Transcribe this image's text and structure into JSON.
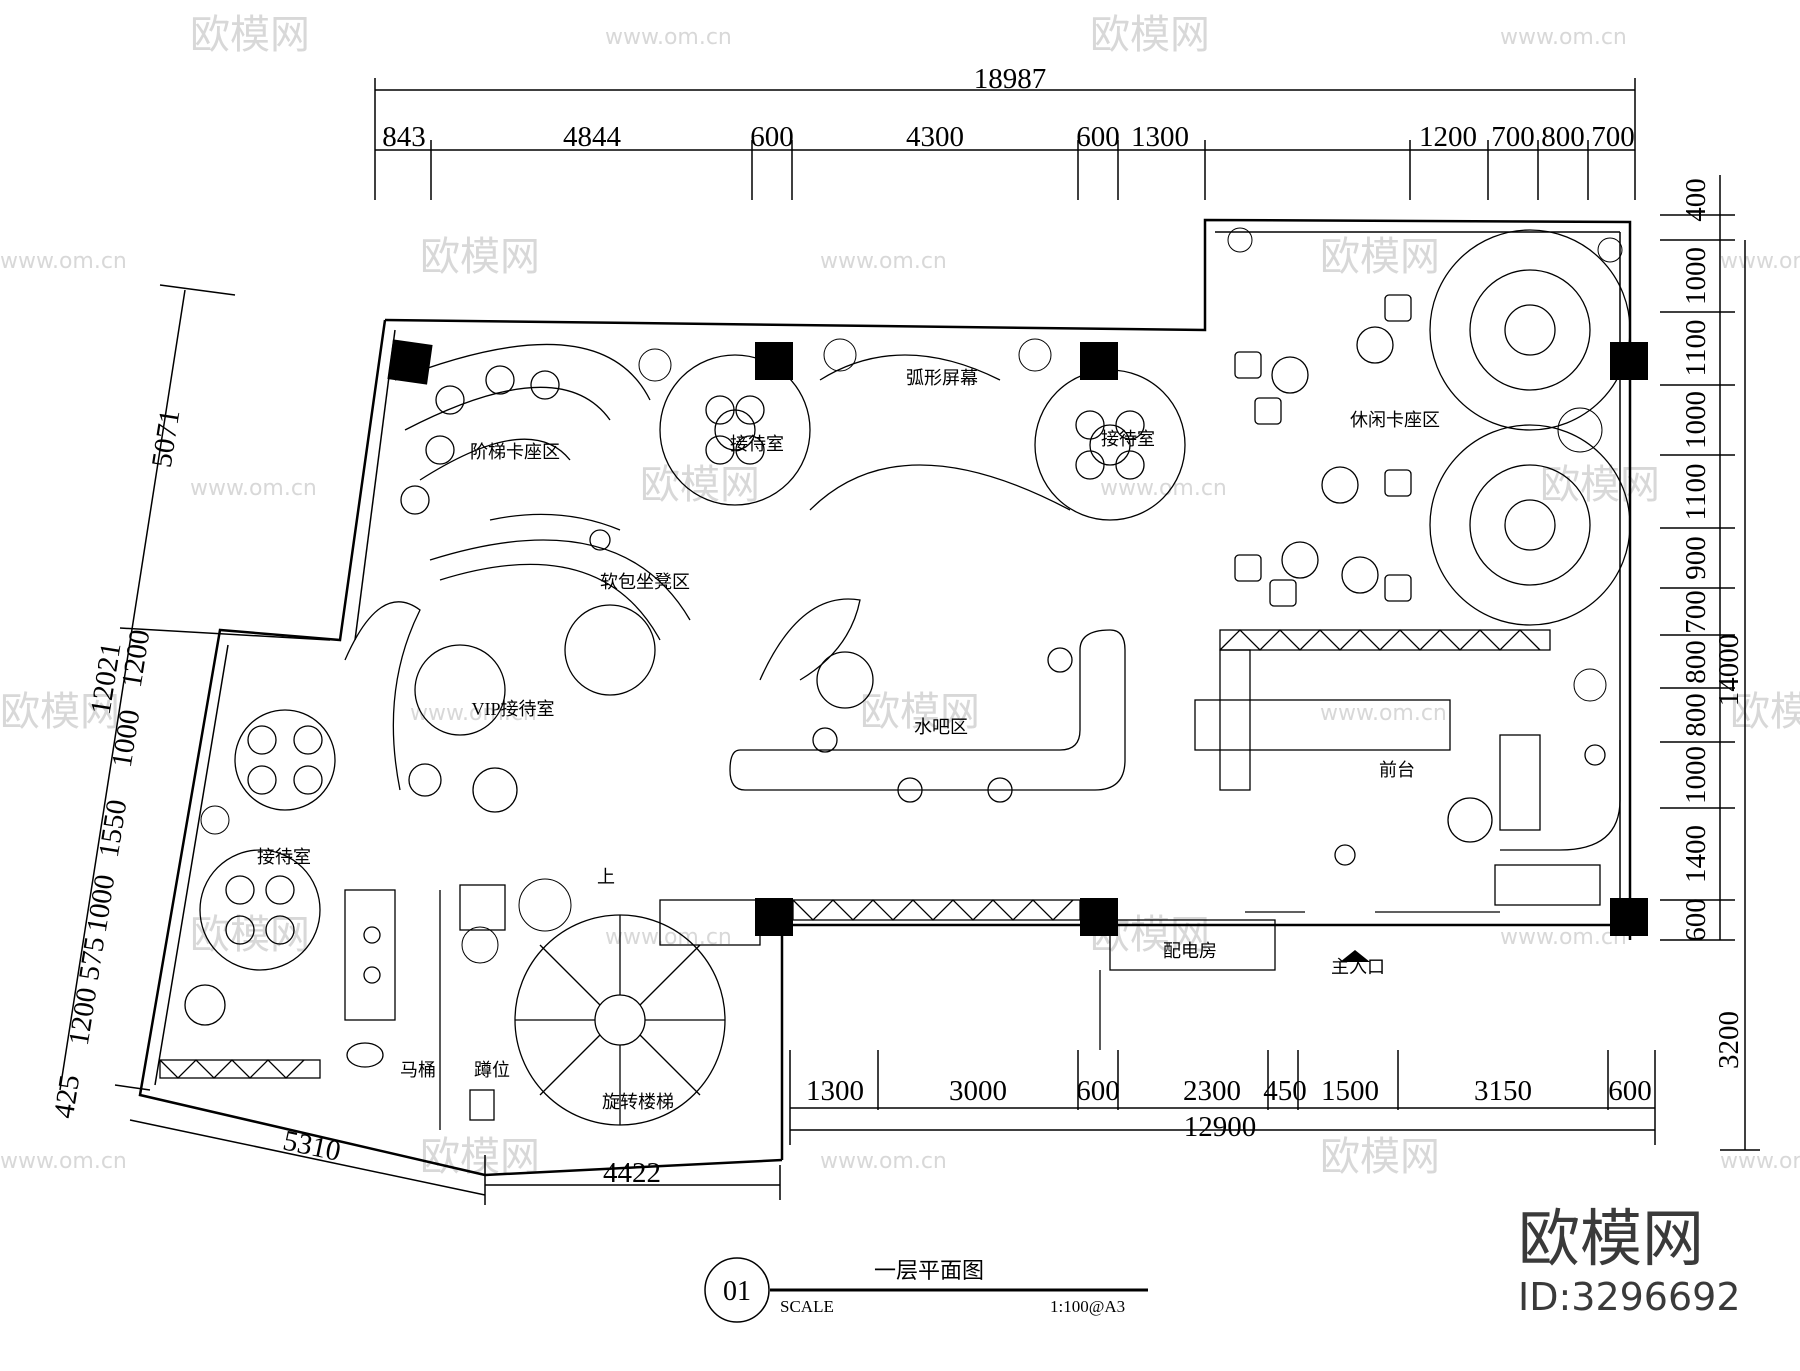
{
  "drawing": {
    "title": "一层平面图",
    "number": "01",
    "scale_label": "SCALE",
    "scale_value": "1:100@A3"
  },
  "brand": {
    "name": "欧模网",
    "id": "ID:3296692",
    "watermark_cn": "欧模网",
    "watermark_url": "www.om.cn"
  },
  "rooms": {
    "stair_booth": "阶梯卡座区",
    "reception_1": "接待室",
    "arc_screen": "弧形屏幕",
    "reception_2": "接待室",
    "lounge_booth": "休闲卡座区",
    "soft_bench": "软包坐凳区",
    "vip_reception": "VIP接待室",
    "water_bar": "水吧区",
    "front_desk": "前台",
    "reception_3": "接待室",
    "up_arrow": "上",
    "power_room": "配电房",
    "main_entrance": "主入口",
    "toilet": "马桶",
    "squat": "蹲位",
    "spiral_stair": "旋转楼梯"
  },
  "dimensions": {
    "top_total": "18987",
    "top_segments": [
      "843",
      "4844",
      "600",
      "4300",
      "600",
      "1300",
      "1200",
      "700",
      "800",
      "700"
    ],
    "right_segments": [
      "400",
      "1000",
      "1100",
      "1000",
      "1100",
      "900",
      "700",
      "800",
      "800",
      "1000",
      "1400",
      "600"
    ],
    "right_total": "14000",
    "right_lower": "3200",
    "left_upper": "5071",
    "left_total": "12021",
    "left_segments": [
      "1200",
      "1000",
      "1550",
      "1000",
      "575",
      "1200",
      "425"
    ],
    "bottom_right_segments": [
      "1300",
      "3000",
      "600",
      "2300",
      "450",
      "1500",
      "3150",
      "600"
    ],
    "bottom_right_total": "12900",
    "bottom_left_diag": "5310",
    "bottom_stair": "4422"
  }
}
